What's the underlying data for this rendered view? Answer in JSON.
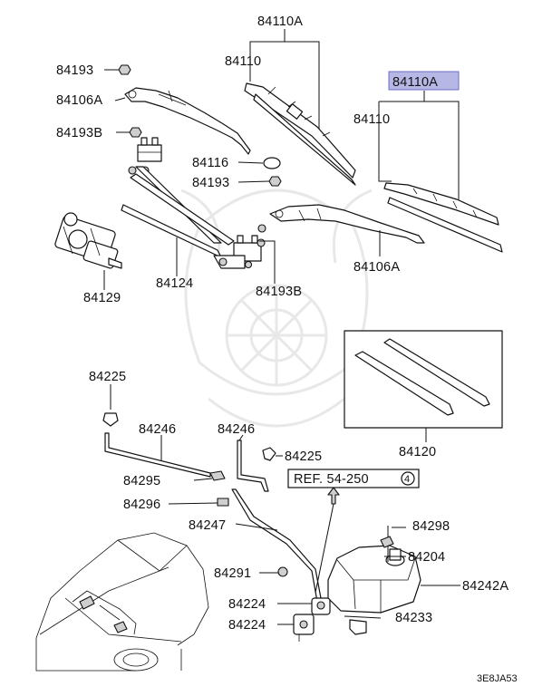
{
  "labels": {
    "p84110A_top": "84110A",
    "p84110_top": "84110",
    "p84193_a": "84193",
    "p84106A_left": "84106A",
    "p84193B_a": "84193B",
    "p84116": "84116",
    "p84193_b": "84193",
    "p84110A_sel": "84110A",
    "p84110_right": "84110",
    "p84106A_right": "84106A",
    "p84129": "84129",
    "p84124": "84124",
    "p84193B_b": "84193B",
    "p84225_a": "84225",
    "p84246_a": "84246",
    "p84246_b": "84246",
    "p84225_b": "84225",
    "p84295": "84295",
    "p84296": "84296",
    "p84247": "84247",
    "p84120": "84120",
    "ref": "REF. 54-250",
    "ref_num": "4",
    "p84298": "84298",
    "p84204": "84204",
    "p84291": "84291",
    "p84242A": "84242A",
    "p84224_a": "84224",
    "p84224_b": "84224",
    "p84233": "84233",
    "code": "3E8JA53"
  },
  "colors": {
    "highlight": "#b7b7e6",
    "line": "#111111",
    "watermark": "#e6e6e6"
  }
}
